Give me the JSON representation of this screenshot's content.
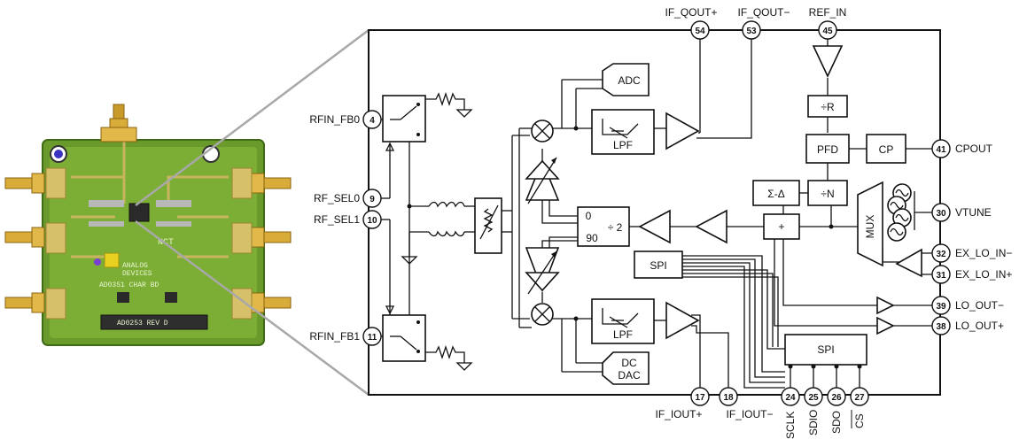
{
  "pins": {
    "p4": {
      "num": "4",
      "label": "RFIN_FB0"
    },
    "p9": {
      "num": "9",
      "label": "RF_SEL0"
    },
    "p10": {
      "num": "10",
      "label": "RF_SEL1"
    },
    "p11": {
      "num": "11",
      "label": "RFIN_FB1"
    },
    "p54": {
      "num": "54",
      "label": "IF_QOUT+"
    },
    "p53": {
      "num": "53",
      "label": "IF_QOUT−"
    },
    "p45": {
      "num": "45",
      "label": "REF_IN"
    },
    "p41": {
      "num": "41",
      "label": "CPOUT"
    },
    "p30": {
      "num": "30",
      "label": "VTUNE"
    },
    "p32": {
      "num": "32",
      "label": "EX_LO_IN−"
    },
    "p31": {
      "num": "31",
      "label": "EX_LO_IN+"
    },
    "p39": {
      "num": "39",
      "label": "LO_OUT−"
    },
    "p38": {
      "num": "38",
      "label": "LO_OUT+"
    },
    "p17": {
      "num": "17",
      "label": "IF_IOUT+"
    },
    "p18": {
      "num": "18",
      "label": "IF_IOUT−"
    },
    "p24": {
      "num": "24",
      "label": "SCLK"
    },
    "p25": {
      "num": "25",
      "label": "SDIO"
    },
    "p26": {
      "num": "26",
      "label": "SDO"
    },
    "p27": {
      "num": "27",
      "label": "CS"
    }
  },
  "blocks": {
    "adc": "ADC",
    "dc_dac_1": "DC",
    "dc_dac_2": "DAC",
    "lpf_top": "LPF",
    "lpf_bottom": "LPF",
    "spi_inner": "SPI",
    "spi_bottom": "SPI",
    "div_r": "÷R",
    "pfd": "PFD",
    "cp": "CP",
    "sigma_delta": "Σ-Δ",
    "div_n": "÷N",
    "mux": "MUX",
    "phase_0": "0",
    "phase_90": "90",
    "div_2": "÷ 2",
    "plus": "+"
  },
  "pcb": {
    "brand_1": "ANALOG",
    "brand_2": "DEVICES",
    "board_id": "AD0351 CHAR BD",
    "rev": "AD0253 REV D",
    "nct": "NCT"
  }
}
